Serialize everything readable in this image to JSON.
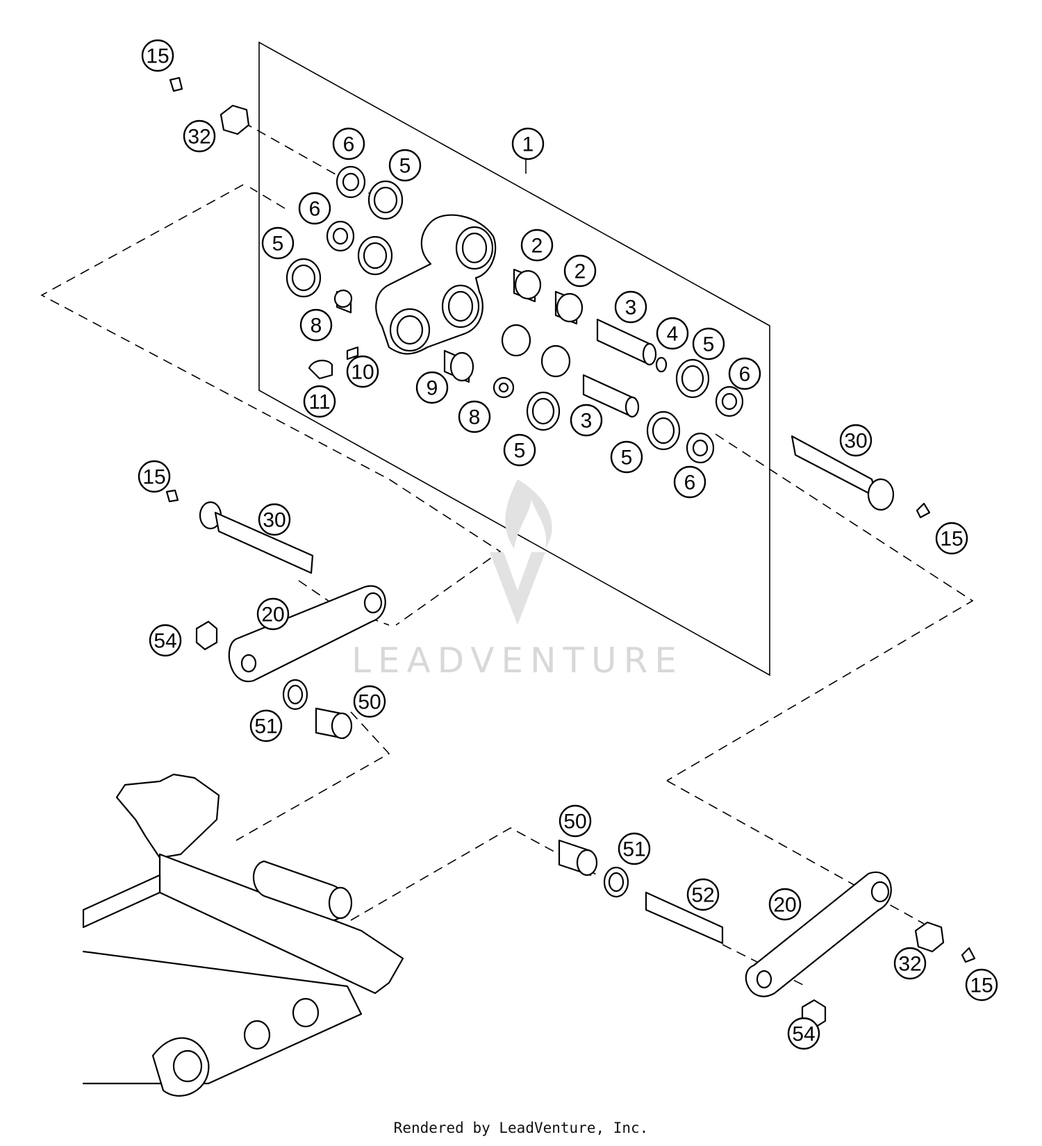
{
  "footer_text": "Rendered by LeadVenture, Inc.",
  "watermark_text": "LEADVENTURE",
  "watermark_color": "#d8d8d8",
  "callouts": [
    {
      "id": "c-15-a",
      "label": "15"
    },
    {
      "id": "c-32-a",
      "label": "32"
    },
    {
      "id": "c-6-a",
      "label": "6"
    },
    {
      "id": "c-5-a",
      "label": "5"
    },
    {
      "id": "c-1",
      "label": "1"
    },
    {
      "id": "c-6-b",
      "label": "6"
    },
    {
      "id": "c-5-b",
      "label": "5"
    },
    {
      "id": "c-2-a",
      "label": "2"
    },
    {
      "id": "c-2-b",
      "label": "2"
    },
    {
      "id": "c-8-a",
      "label": "8"
    },
    {
      "id": "c-3-a",
      "label": "3"
    },
    {
      "id": "c-4",
      "label": "4"
    },
    {
      "id": "c-5-c",
      "label": "5"
    },
    {
      "id": "c-6-c",
      "label": "6"
    },
    {
      "id": "c-10",
      "label": "10"
    },
    {
      "id": "c-11",
      "label": "11"
    },
    {
      "id": "c-9",
      "label": "9"
    },
    {
      "id": "c-8-b",
      "label": "8"
    },
    {
      "id": "c-3-b",
      "label": "3"
    },
    {
      "id": "c-5-d",
      "label": "5"
    },
    {
      "id": "c-5-e",
      "label": "5"
    },
    {
      "id": "c-6-d",
      "label": "6"
    },
    {
      "id": "c-30-a",
      "label": "30"
    },
    {
      "id": "c-15-b",
      "label": "15"
    },
    {
      "id": "c-15-c",
      "label": "15"
    },
    {
      "id": "c-30-b",
      "label": "30"
    },
    {
      "id": "c-20-a",
      "label": "20"
    },
    {
      "id": "c-54-a",
      "label": "54"
    },
    {
      "id": "c-50-a",
      "label": "50"
    },
    {
      "id": "c-51-a",
      "label": "51"
    },
    {
      "id": "c-50-b",
      "label": "50"
    },
    {
      "id": "c-51-b",
      "label": "51"
    },
    {
      "id": "c-52",
      "label": "52"
    },
    {
      "id": "c-20-b",
      "label": "20"
    },
    {
      "id": "c-32-b",
      "label": "32"
    },
    {
      "id": "c-15-d",
      "label": "15"
    },
    {
      "id": "c-54-b",
      "label": "54"
    }
  ]
}
